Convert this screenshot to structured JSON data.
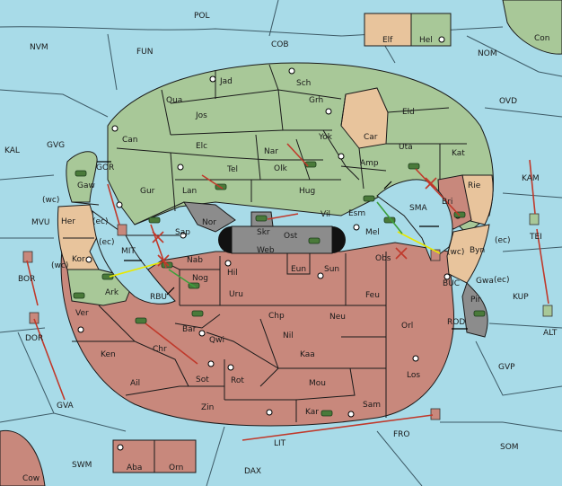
{
  "colors": {
    "sea": "#a8dbe8",
    "green": "#a8c898",
    "tan": "#e8c49c",
    "red": "#c8887c",
    "grey": "#8c8c8c",
    "order": "#c0392b",
    "unit": "#4a7a3a"
  },
  "sea_labels": {
    "pol": "POL",
    "nvm": "NVM",
    "fun": "FUN",
    "cob": "COB",
    "nom": "NOM",
    "ovd": "OVD",
    "kal": "KAL",
    "gvg": "GVG",
    "kam": "KAM",
    "mvu": "MVU",
    "gor": "GOR",
    "mit": "MIT",
    "rbu": "RBU",
    "sma": "SMA",
    "tei": "TEI",
    "bor": "BOR",
    "kup": "KUP",
    "buc": "BUC",
    "dor": "DOR",
    "alt": "ALT",
    "rod": "ROD",
    "gvp": "GVP",
    "gva": "GVA",
    "fro": "FRO",
    "lit": "LIT",
    "som": "SOM",
    "swm": "SWM",
    "dax": "DAX"
  },
  "land_labels": {
    "elf": "Elf",
    "hel": "Hel",
    "con": "Con",
    "cow": "Cow",
    "aba": "Aba",
    "orn": "Orn",
    "jad": "Jad",
    "sch": "Sch",
    "qua": "Qua",
    "jos": "Jos",
    "grh": "Grh",
    "eld": "Eld",
    "can": "Can",
    "elc": "Elc",
    "nar": "Nar",
    "yok": "Yok",
    "car": "Car",
    "uta": "Uta",
    "kat": "Kat",
    "tel": "Tel",
    "olk": "Olk",
    "amp": "Amp",
    "gaw": "Gaw",
    "gur": "Gur",
    "lan": "Lan",
    "hug": "Hug",
    "rie": "Rie",
    "bri": "Bri",
    "vil": "Vil",
    "esm": "Esm",
    "nor": "Nor",
    "skr": "Skr",
    "her": "Her",
    "sap": "Sap",
    "ost": "Ost",
    "mel": "Mel",
    "web": "Web",
    "byn": "Byn",
    "kor": "Kor",
    "nab": "Nab",
    "eun": "Eun",
    "sun": "Sun",
    "obs": "Obs",
    "gwa": "Gwa",
    "hil": "Hil",
    "nog": "Nog",
    "ark": "Ark",
    "uru": "Uru",
    "feu": "Feu",
    "pir": "Pir",
    "ver": "Ver",
    "bar": "Bar",
    "chp": "Chp",
    "neu": "Neu",
    "orl": "Orl",
    "qwi": "Qwi",
    "nil": "Nil",
    "ken": "Ken",
    "chr": "Chr",
    "kaa": "Kaa",
    "los": "Los",
    "ail": "Ail",
    "sot": "Sot",
    "rot": "Rot",
    "mou": "Mou",
    "zin": "Zin",
    "kar": "Kar",
    "sam": "Sam"
  },
  "coast_marks": {
    "wc": "(wc)",
    "ec": "(ec)"
  }
}
